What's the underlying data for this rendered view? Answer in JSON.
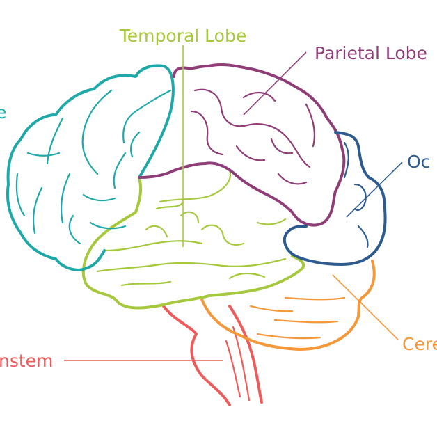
{
  "colors": {
    "frontal": "#1fa8a8",
    "temporal": "#a6c83c",
    "parietal": "#8e3d76",
    "occipital": "#2d5b8f",
    "cerebellum": "#f5983a",
    "brainstem": "#ef5b5b"
  },
  "labels": {
    "frontal": "e",
    "temporal": "Temporal Lobe",
    "parietal": "Parietal Lobe",
    "occipital": "Oc",
    "cerebellum": "Cere",
    "brainstem": "nstem"
  }
}
